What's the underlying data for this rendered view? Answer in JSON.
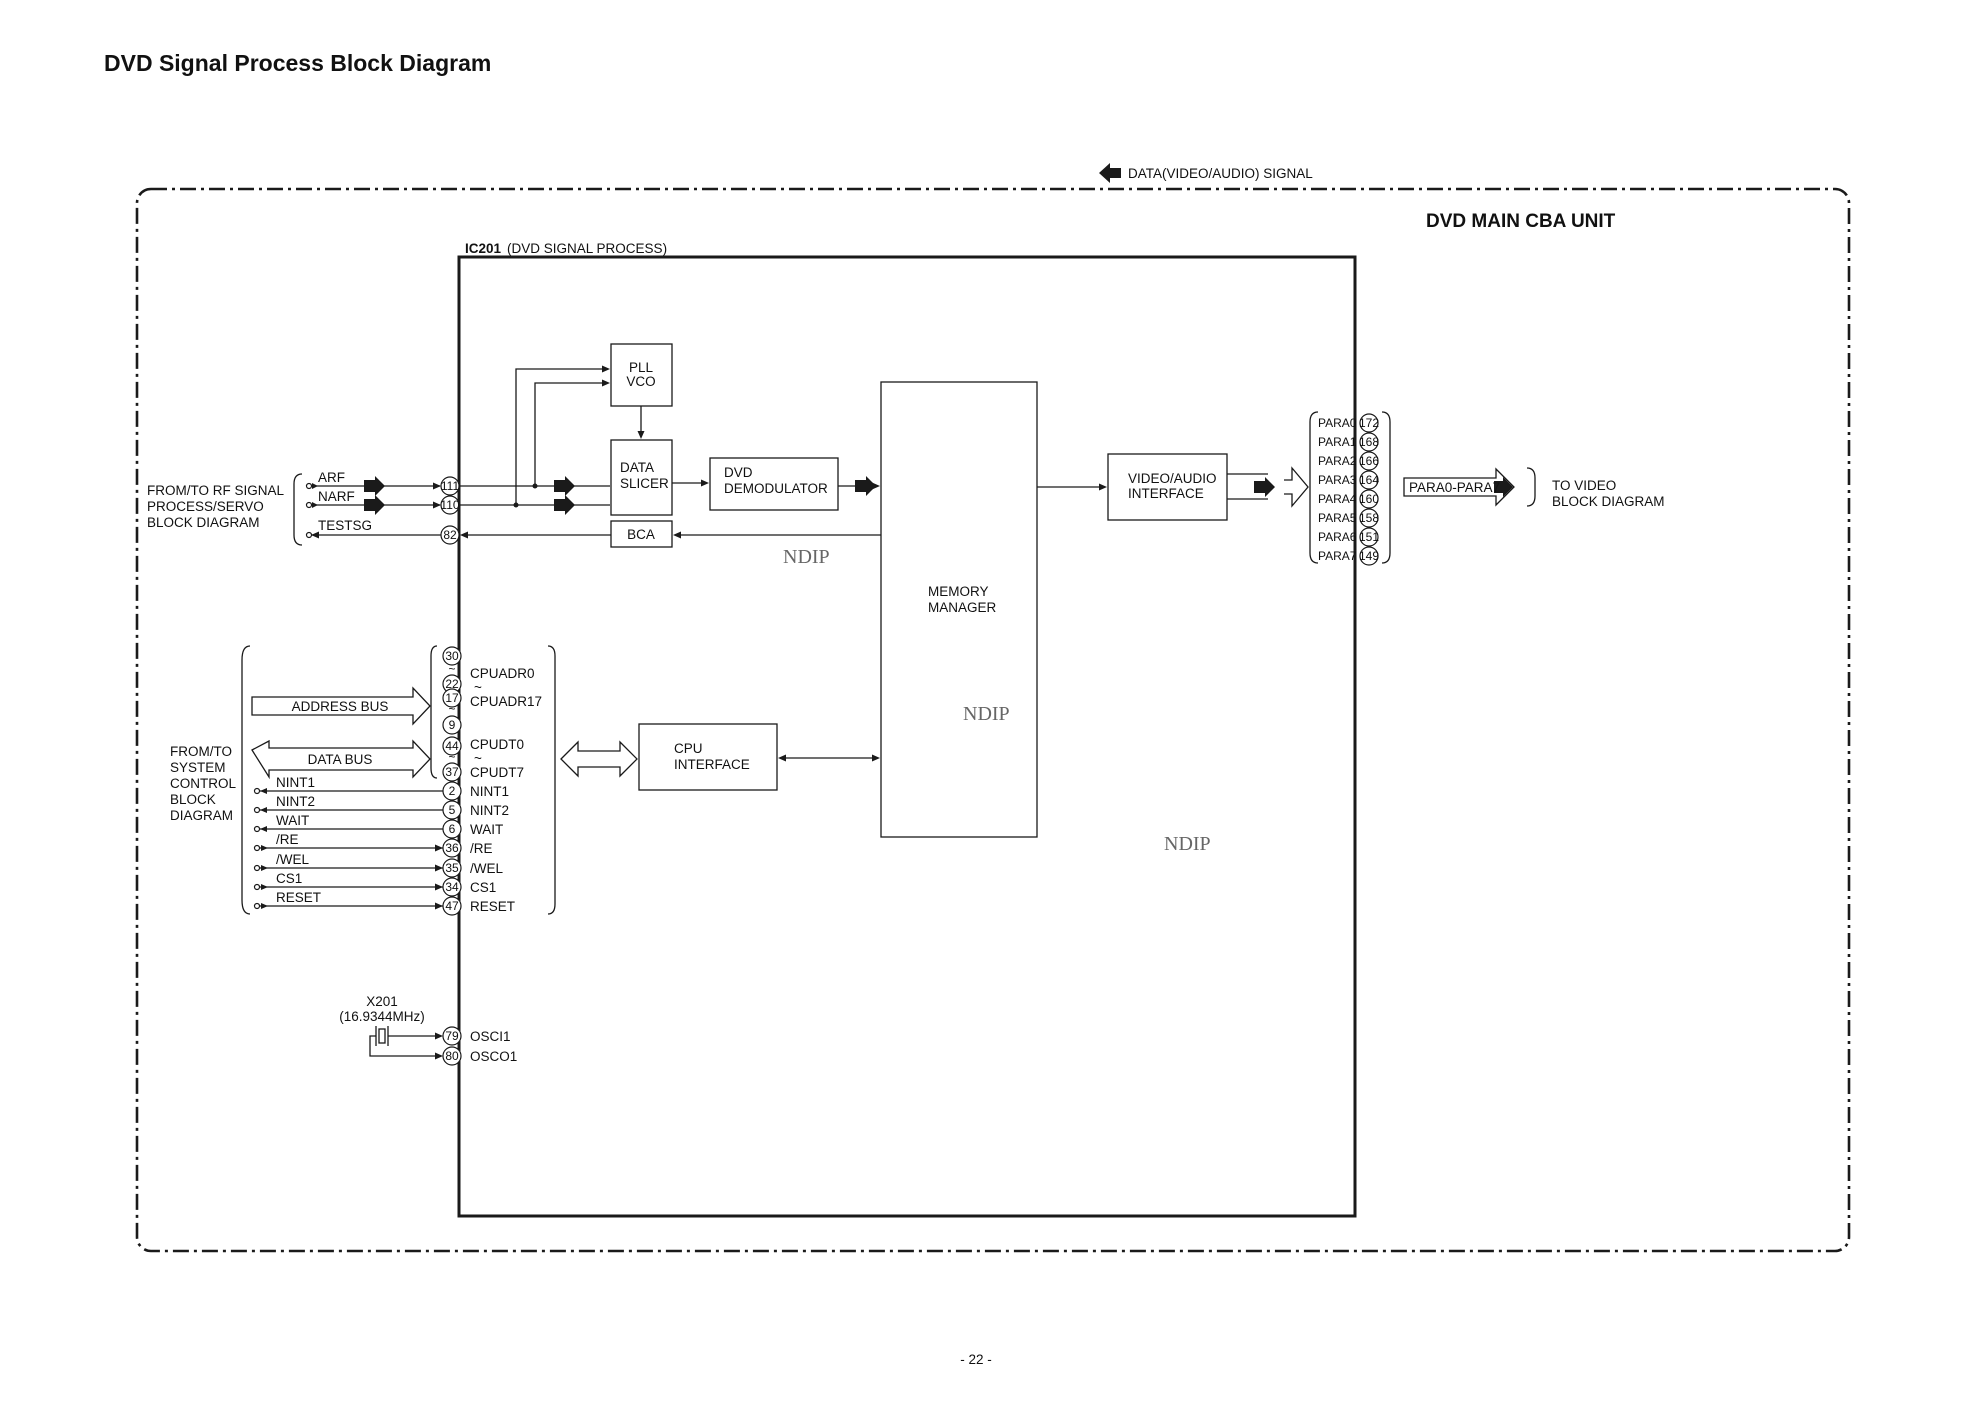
{
  "page_title": "DVD Signal Process Block Diagram",
  "page_number": "- 22 -",
  "legend_text": "DATA(VIDEO/AUDIO) SIGNAL",
  "unit_title": "DVD MAIN CBA UNIT",
  "ic": {
    "id": "IC201",
    "desc": "(DVD SIGNAL PROCESS)"
  },
  "blocks": {
    "pll": [
      "PLL",
      "VCO"
    ],
    "slicer": [
      "DATA",
      "SLICER"
    ],
    "demod": [
      "DVD",
      "DEMODULATOR"
    ],
    "bca": "BCA",
    "memory": [
      "MEMORY",
      "MANAGER"
    ],
    "video": [
      "VIDEO/AUDIO",
      "INTERFACE"
    ],
    "cpu": [
      "CPU",
      "INTERFACE"
    ]
  },
  "watermarks": [
    "NDIP",
    "NDIP",
    "NDIP"
  ],
  "rf": {
    "from_label": [
      "FROM/TO RF SIGNAL",
      "PROCESS/SERVO",
      "BLOCK DIAGRAM"
    ],
    "signals": [
      {
        "name": "ARF",
        "pin": "111"
      },
      {
        "name": "NARF",
        "pin": "110"
      },
      {
        "name": "TESTSG",
        "pin": "82"
      }
    ]
  },
  "syscon": {
    "from_label": [
      "FROM/TO",
      "SYSTEM",
      "CONTROL",
      "BLOCK",
      "DIAGRAM"
    ],
    "address_bus": "ADDRESS  BUS",
    "data_bus": "DATA  BUS",
    "addr_pins": [
      "30",
      "22",
      "17",
      "9"
    ],
    "addr_names": [
      "CPUADR0",
      "CPUADR17"
    ],
    "data_pins": [
      "44",
      "37"
    ],
    "data_names": [
      "CPUDT0",
      "CPUDT7"
    ],
    "tilde": "~",
    "signals": [
      {
        "name": "NINT1",
        "pin": "2"
      },
      {
        "name": "NINT2",
        "pin": "5"
      },
      {
        "name": "WAIT",
        "pin": "6"
      },
      {
        "name": "/RE",
        "pin": "36"
      },
      {
        "name": "/WEL",
        "pin": "35"
      },
      {
        "name": "CS1",
        "pin": "34"
      },
      {
        "name": "RESET",
        "pin": "47"
      }
    ]
  },
  "osc": {
    "crystal": "X201",
    "freq": "(16.9344MHz)",
    "pins": [
      {
        "name": "OSCI1",
        "pin": "79"
      },
      {
        "name": "OSCO1",
        "pin": "80"
      }
    ]
  },
  "para_outputs": [
    {
      "name": "PARA0",
      "pin": "172"
    },
    {
      "name": "PARA1",
      "pin": "168"
    },
    {
      "name": "PARA2",
      "pin": "166"
    },
    {
      "name": "PARA3",
      "pin": "164"
    },
    {
      "name": "PARA4",
      "pin": "160"
    },
    {
      "name": "PARA5",
      "pin": "158"
    },
    {
      "name": "PARA6",
      "pin": "151"
    },
    {
      "name": "PARA7",
      "pin": "149"
    }
  ],
  "para_bus_label": "PARA0-PARA7",
  "to_video": [
    "TO VIDEO",
    "BLOCK DIAGRAM"
  ]
}
